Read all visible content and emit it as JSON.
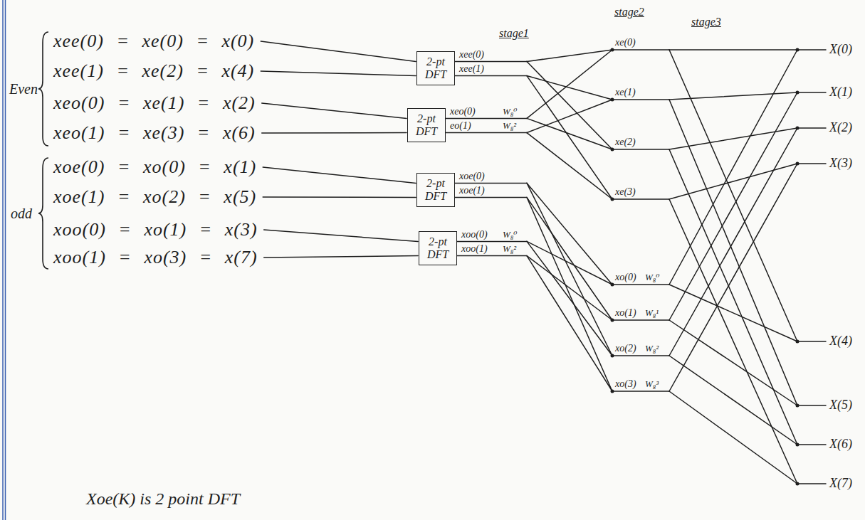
{
  "diagram": {
    "nodes": [
      {
        "text": [
          "2-pt DFT"
        ]
      },
      {
        "text": [
          "2-pt DFT"
        ]
      },
      {
        "text": [
          "2-pt DFT"
        ]
      },
      {
        "text": [
          "2-pt DFT"
        ]
      }
    ],
    "labels": [
      "xee(0) = xe(0) = x(0)",
      "xee(1) = xe(2) = x(4)",
      "xeo(0) = xe(1) = x(2)",
      "xeo(1) = xe(3) = x(6)",
      "xoe(0) = xo(0) = x(1)",
      "xoe(1) = xo(2) = x(5)",
      "xoo(0) = xo(1) = x(3)",
      "xoo(1) = xo(3) = x(7)",
      "Even",
      "odd",
      "stage1",
      "stage2",
      "stage3",
      "xee(0)",
      "xee(1)",
      "xeo(0)",
      "eo(1)",
      "xoe(0)",
      "xoe(1)",
      "xoo(0)",
      "xoo(1)",
      "W₈⁰",
      "W₈²",
      "W₈⁰",
      "W₈²",
      "xe(0)",
      "xe(1)",
      "xe(2)",
      "xe(3)",
      "xo(0)",
      "xo(1)",
      "xo(2)",
      "xo(3)",
      "W₈⁰",
      "W₈¹",
      "W₈²",
      "W₈³",
      "X(0)",
      "X(1)",
      "X(2)",
      "X(3)",
      "X(4)",
      "X(5)",
      "X(6)",
      "X(7)",
      "Xoe(K) is 2 point DFT"
    ]
  }
}
